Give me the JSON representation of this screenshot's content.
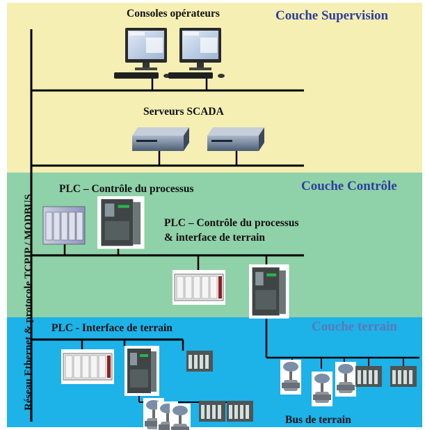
{
  "layers": {
    "supervision": "Couche Supervision",
    "control": "Couche Contrôle",
    "field": "Couche terrain"
  },
  "labels": {
    "consoles": "Consoles opérateurs",
    "scada": "Serveurs SCADA",
    "plc_control": "PLC – Contrôle du processus",
    "plc_control_interface_line1": "PLC – Contrôle du processus",
    "plc_control_interface_line2": "& interface de terrain",
    "plc_field": "PLC - Interface de terrain",
    "fieldbus": "Bus de terrain"
  },
  "network": {
    "vertical_label": "Réseau Ethernet & protocole TCPIP / MODBUS"
  },
  "colors": {
    "supervision_bg": "#f5efb4",
    "control_bg": "#8fd1a8",
    "field_bg": "#1db2e8",
    "title_blue": "#2f3f9b",
    "line": "#000000"
  },
  "icons": [
    "computer-monitor-icon",
    "server-icon",
    "plc-rack-icon",
    "plc-module-icon",
    "io-module-icon",
    "control-valve-icon"
  ]
}
